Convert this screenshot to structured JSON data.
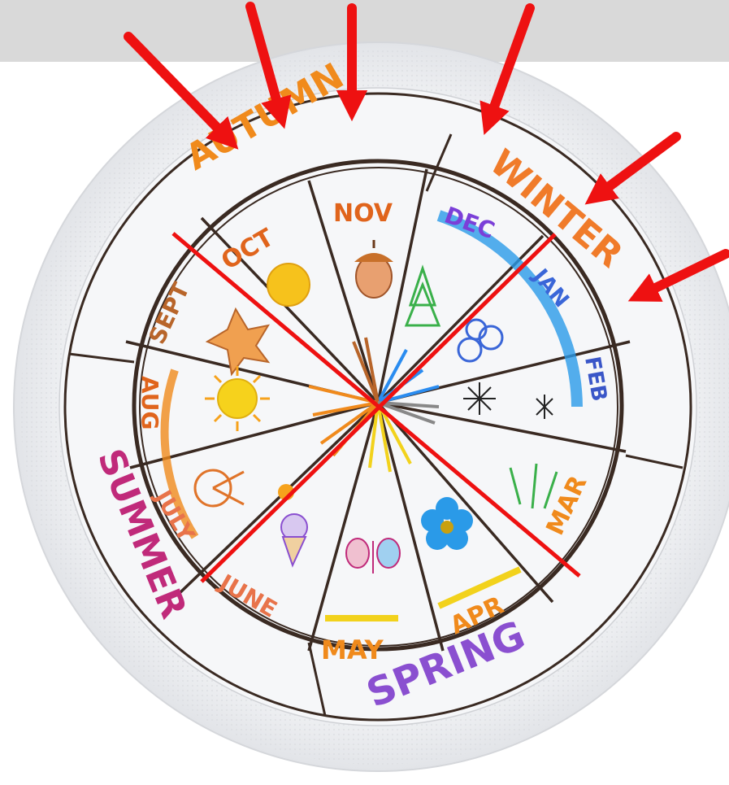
{
  "image": {
    "description_free": true
  },
  "seasons": [
    {
      "label": "AUTUMN",
      "color": "#f08a1c"
    },
    {
      "label": "WINTER",
      "color": "#f07b2a"
    },
    {
      "label": "SPRING",
      "color": "#8a4fd0"
    },
    {
      "label": "SUMMER",
      "color": "#c02a7a"
    }
  ],
  "months": [
    {
      "label": "NOV",
      "color": "#e0641c"
    },
    {
      "label": "DEC",
      "color": "#7b3fd8"
    },
    {
      "label": "JAN",
      "color": "#3a66d8"
    },
    {
      "label": "FEB",
      "color": "#3a56c8"
    },
    {
      "label": "MAR",
      "color": "#f08a1c"
    },
    {
      "label": "APR",
      "color": "#f08a1c"
    },
    {
      "label": "MAY",
      "color": "#f08a1c"
    },
    {
      "label": "JUNE",
      "color": "#e8734a"
    },
    {
      "label": "JULY",
      "color": "#e8734a"
    },
    {
      "label": "AUG",
      "color": "#e0641c"
    },
    {
      "label": "SEPT",
      "color": "#b8652a"
    },
    {
      "label": "OCT",
      "color": "#e0641c"
    }
  ],
  "colors": {
    "banner": "#d9d9d9",
    "plate": "#f4f4f6",
    "plate_rim": "#e6e7ea",
    "ink": "#3a2a22",
    "marker_red": "#ee1111"
  },
  "icons": [
    "acorn-icon",
    "sun-icon",
    "leaf-icon",
    "tree-icon",
    "snowman-icon",
    "snowflake-icon",
    "grass-icon",
    "flower-icon",
    "butterfly-icon",
    "ice-cream-icon",
    "bicycle-icon"
  ]
}
